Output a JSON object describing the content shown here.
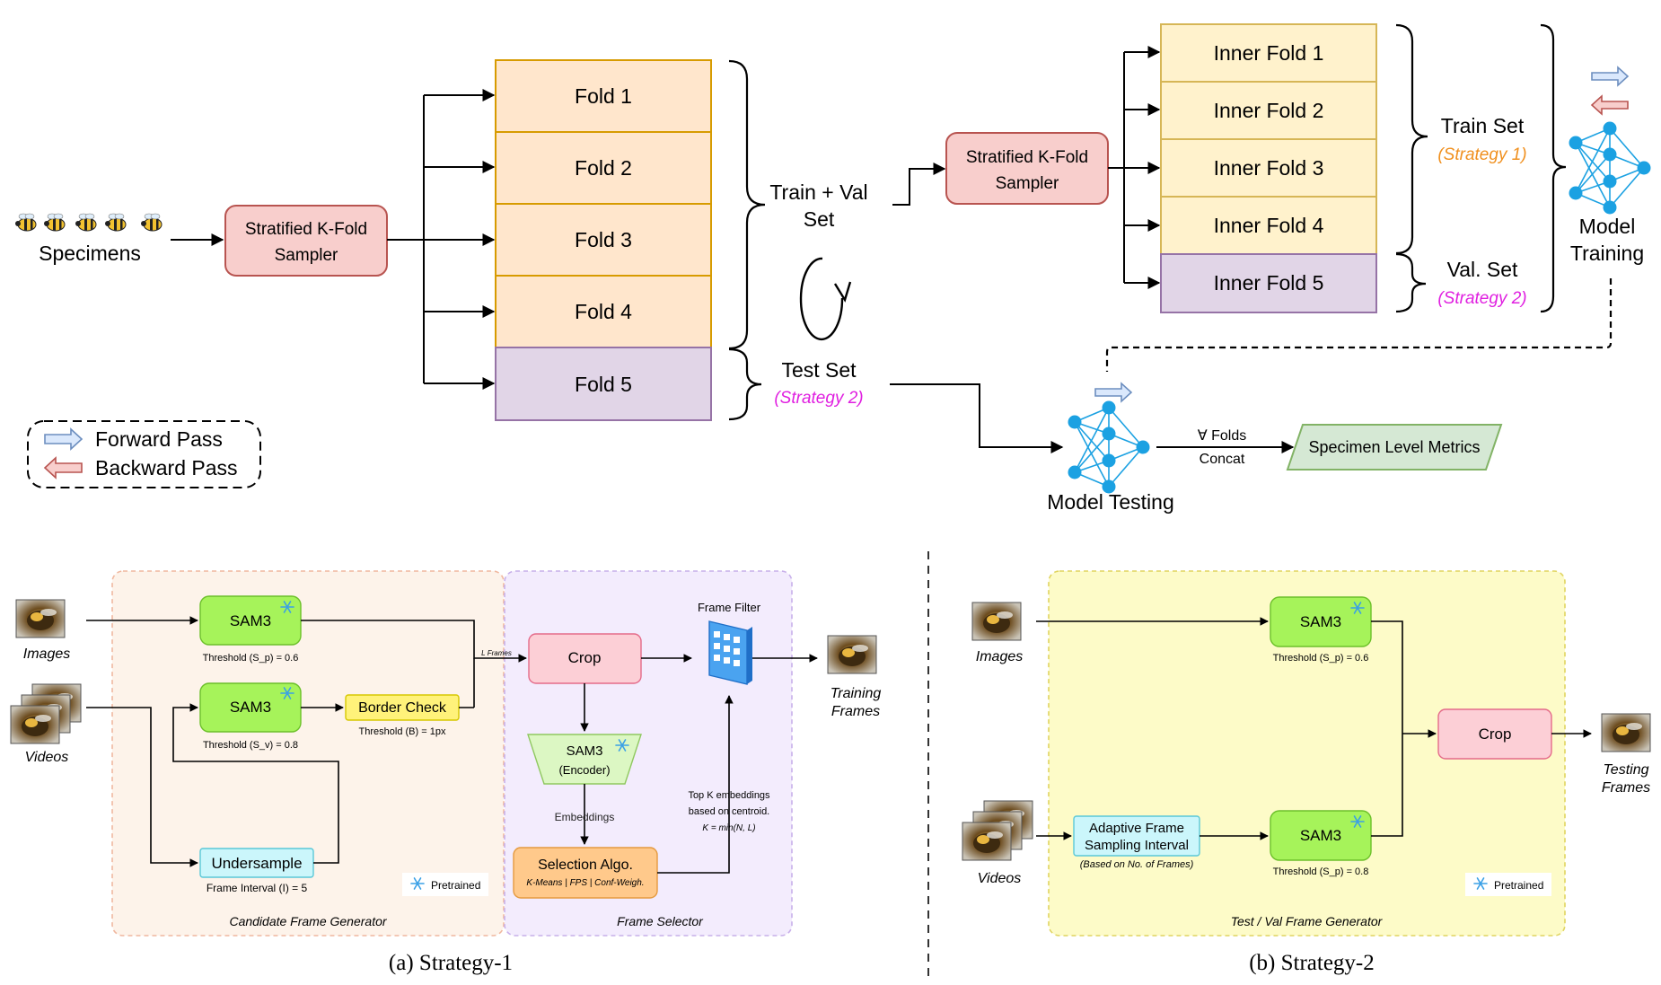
{
  "top": {
    "specimens": "Specimens",
    "sampler_line1": "Stratified K-Fold",
    "sampler_line2": "Sampler",
    "folds": [
      "Fold 1",
      "Fold 2",
      "Fold 3",
      "Fold 4",
      "Fold 5"
    ],
    "train_val_line1": "Train + Val",
    "train_val_line2": "Set",
    "test_set": "Test Set",
    "test_strategy": "(Strategy 2)",
    "inner_sampler_line1": "Stratified K-Fold",
    "inner_sampler_line2": "Sampler",
    "inner_folds": [
      "Inner Fold 1",
      "Inner Fold 2",
      "Inner Fold 3",
      "Inner Fold 4",
      "Inner Fold 5"
    ],
    "train_set": "Train Set",
    "train_strategy": "(Strategy 1)",
    "val_set": "Val. Set",
    "val_strategy": "(Strategy 2)",
    "model_training_line1": "Model",
    "model_training_line2": "Training",
    "model_testing": "Model Testing",
    "folds_label": "∀ Folds",
    "concat_label": "Concat",
    "metrics": "Specimen Level Metrics",
    "legend_forward": "Forward Pass",
    "legend_backward": "Backward Pass"
  },
  "strategy1": {
    "images_label": "Images",
    "videos_label": "Videos",
    "sam3_top": "SAM3",
    "sam3_top_threshold": "Threshold (S_p) = 0.6",
    "sam3_mid": "SAM3",
    "sam3_mid_threshold": "Threshold (S_v) = 0.8",
    "border_check": "Border Check",
    "border_threshold": "Threshold (B) = 1px",
    "undersample": "Undersample",
    "frame_interval": "Frame Interval (I) = 5",
    "pretrained": "Pretrained",
    "candidate_title": "Candidate Frame Generator",
    "l_frames": "L Frames",
    "crop": "Crop",
    "encoder_line1": "SAM3",
    "encoder_line2": "(Encoder)",
    "embeddings": "Embeddings",
    "selection_line1": "Selection Algo.",
    "selection_line2": "K-Means | FPS | Conf-Weigh.",
    "frame_filter": "Frame Filter",
    "topk_line1": "Top K embeddings",
    "topk_line2": "based on centroid.",
    "topk_line3": "K = min(N, L)",
    "selector_title": "Frame Selector",
    "training_line1": "Training",
    "training_line2": "Frames",
    "caption": "(a) Strategy-1"
  },
  "strategy2": {
    "images_label": "Images",
    "videos_label": "Videos",
    "sam3_top": "SAM3",
    "sam3_top_threshold": "Threshold (S_p) = 0.6",
    "adaptive_line1": "Adaptive Frame",
    "adaptive_line2": "Sampling Interval",
    "adaptive_note": "(Based on No. of Frames)",
    "sam3_bottom": "SAM3",
    "sam3_bottom_threshold": "Threshold (S_p) = 0.8",
    "crop": "Crop",
    "testing_line1": "Testing",
    "testing_line2": "Frames",
    "pretrained": "Pretrained",
    "generator_title": "Test / Val Frame Generator",
    "caption": "(b) Strategy-2"
  },
  "colors": {
    "sampler_fill": "#f8cecc",
    "sampler_stroke": "#b85450",
    "fold_fill": "#ffe6cc",
    "fold_stroke": "#d79b00",
    "fold5_fill": "#e1d5e7",
    "fold5_stroke": "#9673a6",
    "inner_fill": "#fff2cc",
    "inner_stroke": "#d6b656",
    "metrics_fill": "#d5e8d4",
    "metrics_stroke": "#82b366",
    "strategy1_color": "#f0901f",
    "strategy2_color": "#e020e0",
    "nn_color": "#1ba1e2",
    "sam_green": "#a6f35a",
    "border_yellow": "#fff27a",
    "undersample_cyan": "#cbf6fb",
    "crop_pink": "#fccfd6",
    "encoder_green": "#dcf7c3",
    "selection_orange": "#ffc98b",
    "candidate_bg": "#fdf3ea",
    "selector_bg": "#f3ecfd",
    "generator_bg": "#fdfbc8"
  }
}
